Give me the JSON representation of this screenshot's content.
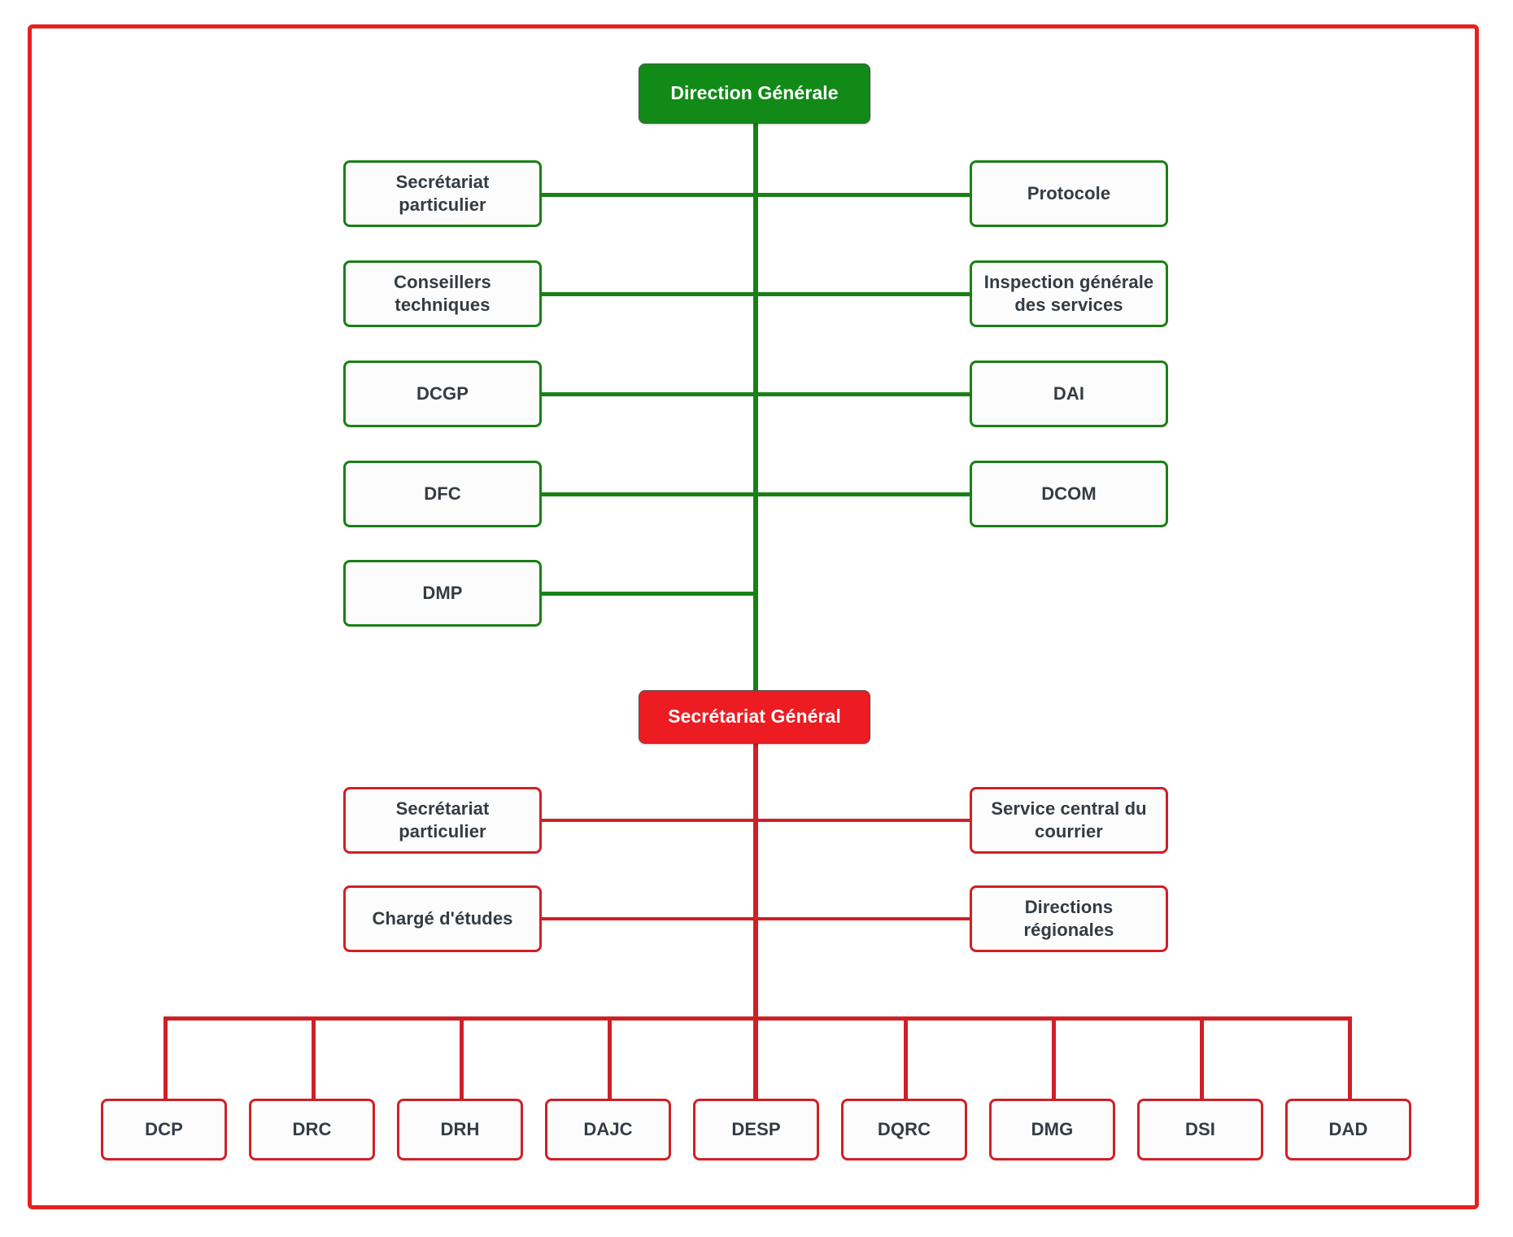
{
  "diagram": {
    "type": "organizational-chart",
    "title_root": "Direction Générale",
    "colors": {
      "frame_red": "#e5201d",
      "green_fill": "#128a18",
      "green_line": "#1a8016",
      "red_fill": "#ec1c22",
      "red_line": "#cf2026",
      "node_text": "#343b43",
      "root_text": "#ffffff",
      "node_fill": "#fcfcfc"
    }
  },
  "direction_generale": {
    "label": "Direction Générale",
    "staff_rows": [
      {
        "left": "Secrétariat\nparticulier",
        "right": "Protocole"
      },
      {
        "left": "Conseillers\ntechniques",
        "right": "Inspection générale\ndes services"
      },
      {
        "left": "DCGP",
        "right": "DAI"
      },
      {
        "left": "DFC",
        "right": "DCOM"
      },
      {
        "left": "DMP",
        "right": null
      }
    ]
  },
  "secretariat_general": {
    "label": "Secrétariat Général",
    "staff_rows": [
      {
        "left": "Secrétariat\nparticulier",
        "right": "Service central du\ncourrier"
      },
      {
        "left": "Chargé d'études",
        "right": "Directions\nrégionales"
      }
    ],
    "departments": [
      "DCP",
      "DRC",
      "DRH",
      "DAJC",
      "DESP",
      "DQRC",
      "DMG",
      "DSI",
      "DAD"
    ]
  }
}
